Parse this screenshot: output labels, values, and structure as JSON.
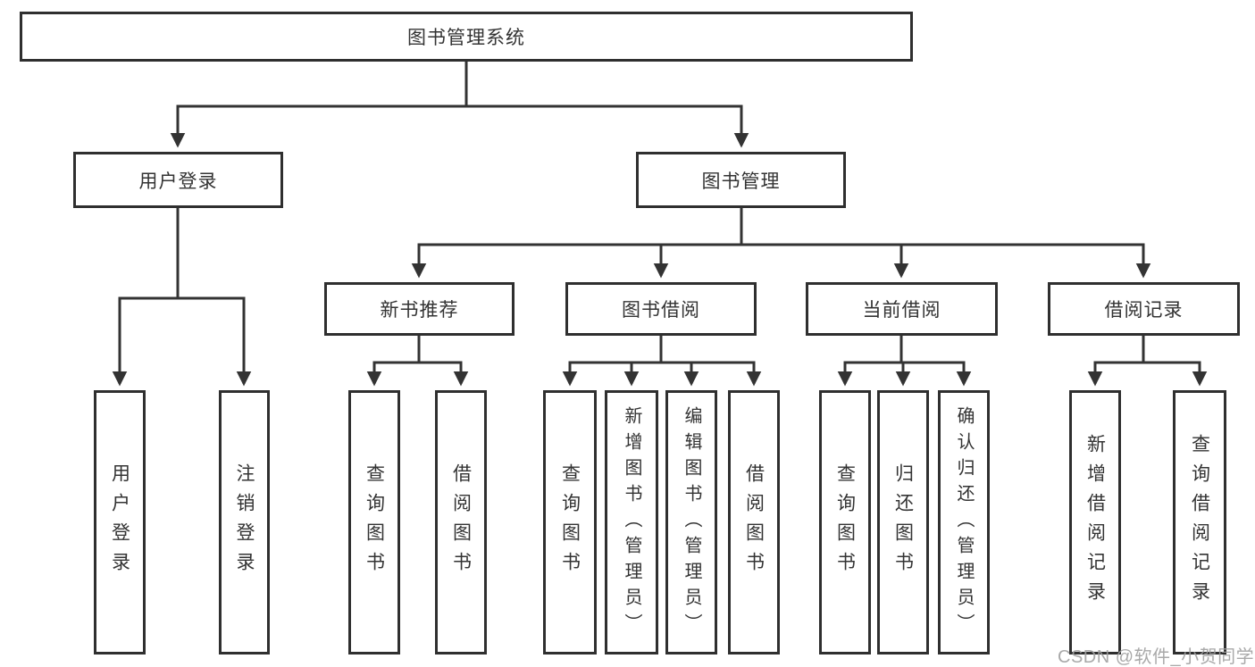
{
  "diagram": {
    "root": {
      "label": "图书管理系统"
    },
    "level2": {
      "user_login": {
        "label": "用户登录"
      },
      "book_mgmt": {
        "label": "图书管理"
      }
    },
    "level3": {
      "new_book": {
        "label": "新书推荐"
      },
      "book_borrow": {
        "label": "图书借阅"
      },
      "current_borrow": {
        "label": "当前借阅"
      },
      "borrow_record": {
        "label": "借阅记录"
      }
    },
    "leaves": {
      "user_login": [
        "用户登录",
        "注销登录"
      ],
      "new_book": [
        "查询图书",
        "借阅图书"
      ],
      "book_borrow": [
        "查询图书",
        "新增图书（管理员）",
        "编辑图书（管理员）",
        "借阅图书"
      ],
      "current_borrow": [
        "查询图书",
        "归还图书",
        "确认归还（管理员）"
      ],
      "borrow_record": [
        "新增借阅记录",
        "查询借阅记录"
      ]
    }
  },
  "watermark": {
    "text": "CSDN @软件_小贺同学"
  },
  "colors": {
    "line": "#333333",
    "border": "#2f2f2f",
    "text": "#333333",
    "watermark": "#a0a0a0",
    "background": "#ffffff"
  }
}
